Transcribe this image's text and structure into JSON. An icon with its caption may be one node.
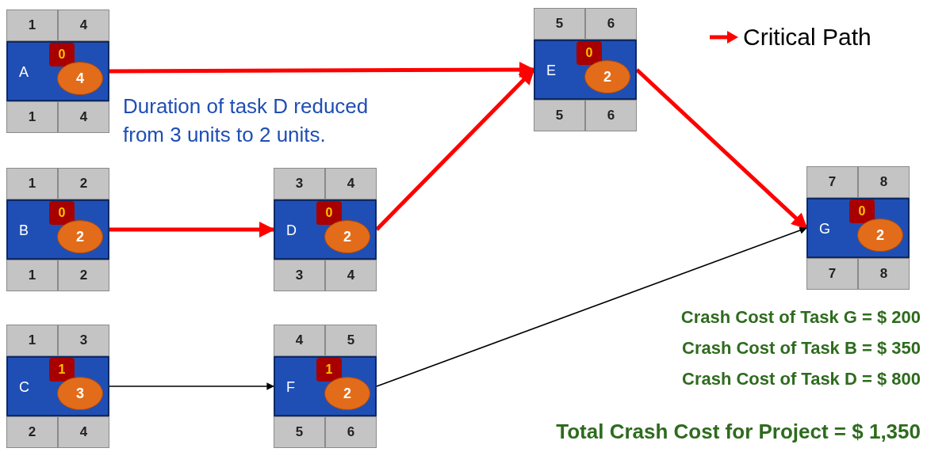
{
  "diagram": {
    "nodes": [
      {
        "text": [
          "1",
          "4",
          "A",
          "0",
          "4",
          "1",
          "4"
        ]
      },
      {
        "text": [
          "1",
          "2",
          "B",
          "0",
          "2",
          "1",
          "2"
        ]
      },
      {
        "text": [
          "1",
          "3",
          "C",
          "1",
          "3",
          "2",
          "4"
        ]
      },
      {
        "text": [
          "3",
          "4",
          "D",
          "0",
          "2",
          "3",
          "4"
        ]
      },
      {
        "text": [
          "5",
          "6",
          "E",
          "0",
          "2",
          "5",
          "6"
        ]
      },
      {
        "text": [
          "4",
          "5",
          "F",
          "1",
          "2",
          "5",
          "6"
        ]
      },
      {
        "text": [
          "7",
          "8",
          "G",
          "0",
          "2",
          "7",
          "8"
        ]
      }
    ],
    "edges": [
      {
        "from": 0,
        "to": 4,
        "arrow": "to"
      },
      {
        "from": 1,
        "to": 3,
        "arrow": "to"
      },
      {
        "from": 3,
        "to": 4,
        "arrow": "to"
      },
      {
        "from": 4,
        "to": 6,
        "arrow": "to"
      },
      {
        "from": 2,
        "to": 5,
        "arrow": "to",
        "color": "#000000"
      },
      {
        "from": 5,
        "to": 6,
        "arrow": "to",
        "color": "#000000"
      }
    ],
    "labels": [
      "Duration of task D reduced from 3 units to 2 units.",
      "Crash Cost of Task G = $ 200",
      "Crash Cost of Task B = $ 350",
      "Crash Cost of Task D = $ 800",
      "Total Crash Cost for Project = $ 1,350"
    ],
    "legend": [
      {
        "text": "Critical Path"
      }
    ]
  }
}
